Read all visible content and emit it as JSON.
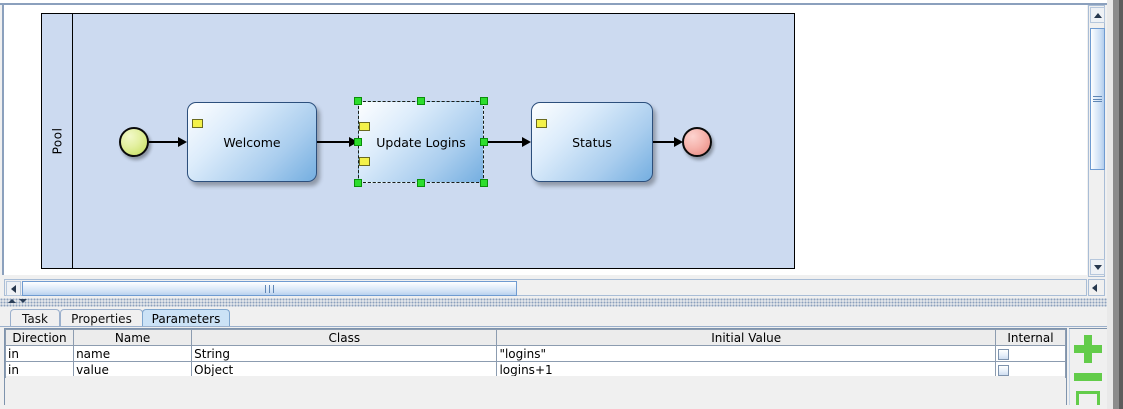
{
  "canvas": {
    "pool_label": "Pool",
    "nodes": [
      {
        "id": "start",
        "type": "start-event",
        "label": ""
      },
      {
        "id": "welcome",
        "type": "task",
        "label": "Welcome"
      },
      {
        "id": "update-logins",
        "type": "task",
        "label": "Update Logins",
        "selected": true
      },
      {
        "id": "status",
        "type": "task",
        "label": "Status"
      },
      {
        "id": "end",
        "type": "end-event",
        "label": ""
      }
    ],
    "colors": {
      "pool_fill": "#ccdaf0",
      "task_gradient_start": "#fdfeff",
      "task_gradient_end": "#74aee0",
      "start_event": "#c3dc57",
      "end_event": "#e8857c",
      "selection_handle": "#2ddd2d",
      "marker": "#f3f14a"
    }
  },
  "scrollbars": {
    "vertical_up_icon": "triangle-up-icon",
    "vertical_down_icon": "triangle-down-icon",
    "horizontal_left_icon": "triangle-left-icon"
  },
  "splitter": {
    "collapse_up_icon": "triangle-up-icon",
    "collapse_down_icon": "triangle-down-icon"
  },
  "tabs": [
    {
      "label": "Task",
      "active": false
    },
    {
      "label": "Properties",
      "active": false
    },
    {
      "label": "Parameters",
      "active": true
    }
  ],
  "table": {
    "columns": [
      "Direction",
      "Name",
      "Class",
      "Initial Value",
      "Internal"
    ],
    "rows": [
      {
        "direction": "in",
        "name": "name",
        "class": "String",
        "initial_value": "\"logins\"",
        "internal": false
      },
      {
        "direction": "in",
        "name": "value",
        "class": "Object",
        "initial_value": "logins+1",
        "internal": false
      }
    ]
  },
  "actions": {
    "add_label": "+",
    "remove_label": "-",
    "add_icon": "plus-icon",
    "remove_icon": "minus-icon",
    "third_icon": "square-icon",
    "accent": "#63cc4a"
  }
}
